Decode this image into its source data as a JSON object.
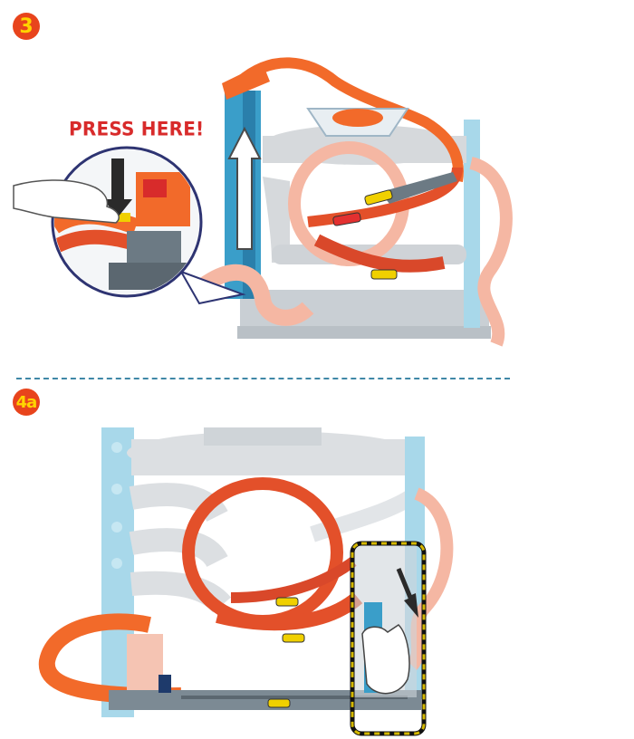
{
  "steps": {
    "step3": {
      "badge": "3",
      "callout": "PRESS HERE!"
    },
    "step4a": {
      "badge": "4a"
    }
  },
  "colors": {
    "badge": "#e8441c",
    "badge_text": "#ffd400",
    "callout": "#d82b2b",
    "divider": "#3f88a7",
    "track_orange": "#f26a2a",
    "track_faded": "#f5b7a3",
    "tower_blue": "#3a9ec9",
    "tower_faded": "#a8d8ea",
    "garage_gray": "#d6d9dc",
    "base_gray": "#7c8a94",
    "zoom_ring": "#2e3472",
    "highlight_dash": "#d4b800"
  },
  "icons": [
    "up-arrow-icon",
    "down-arrow-icon",
    "hand-icon",
    "car-icon",
    "logo-icon"
  ]
}
